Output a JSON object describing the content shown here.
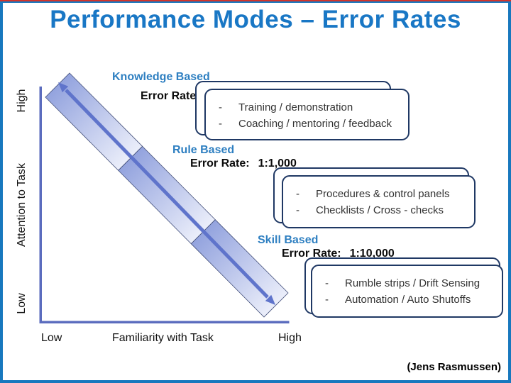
{
  "slide": {
    "title": "Performance Modes – Error Rates",
    "attribution": "(Jens Rasmussen)",
    "bullet": "-",
    "colors": {
      "frame_blue": "#1878BE",
      "frame_red": "#D0342C",
      "title_blue": "#1977C5",
      "mode_blue": "#2E7FC1",
      "axis_blue": "#5B6CBE",
      "band_dark": "#93A3DE",
      "band_light": "#EBEEFA",
      "arrow_blue": "#5F74CB",
      "callout_border": "#1F3864"
    }
  },
  "chart": {
    "y_axis": {
      "top_label": "High",
      "title": "Attention to Task",
      "bottom_label": "Low"
    },
    "x_axis": {
      "left_label": "Low",
      "title": "Familiarity with Task",
      "right_label": "High"
    }
  },
  "modes": [
    {
      "name": "Knowledge Based",
      "rate_label": "Error Rate:",
      "rate_value": "",
      "interventions": [
        "Training / demonstration",
        "Coaching / mentoring / feedback"
      ]
    },
    {
      "name": "Rule Based",
      "rate_label": "Error Rate:",
      "rate_value": "1:1,000",
      "interventions": [
        "Procedures & control panels",
        "Checklists / Cross - checks"
      ]
    },
    {
      "name": "Skill Based",
      "rate_label": "Error Rate:",
      "rate_value": "1:10,000",
      "interventions": [
        "Rumble strips / Drift Sensing",
        "Automation / Auto Shutoffs"
      ]
    }
  ]
}
